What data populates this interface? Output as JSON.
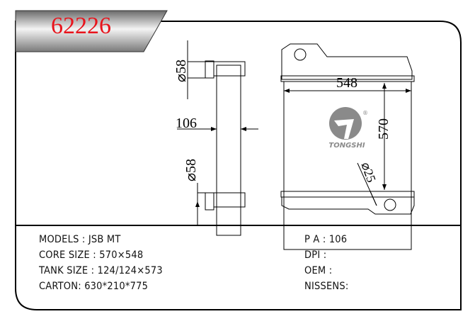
{
  "part_number": "62226",
  "brand": {
    "name": "TONGSHI",
    "registered": "®"
  },
  "dimensions": {
    "inlet_diameter": "⌀58",
    "outlet_diameter": "⌀58",
    "thickness": "106",
    "width": "548",
    "height": "570",
    "drain_diameter": "⌀25"
  },
  "specs_left": [
    {
      "label": "MODELS",
      "sep": " : ",
      "value": "JSB MT"
    },
    {
      "label": "CORE SIZE",
      "sep": " : ",
      "value": "570×548"
    },
    {
      "label": "TANK SIZE",
      "sep": " : ",
      "value": "124/124×573"
    },
    {
      "label": "CARTON",
      "sep": ": ",
      "value": "630*210*775"
    }
  ],
  "specs_right": [
    {
      "label": "P A",
      "sep": " : ",
      "value": "106"
    },
    {
      "label": "DPI",
      "sep": " : ",
      "value": ""
    },
    {
      "label": "OEM",
      "sep": " : ",
      "value": ""
    },
    {
      "label": "NISSENS",
      "sep": ":",
      "value": ""
    }
  ],
  "colors": {
    "title": "#e8141c",
    "logo": "#8a8a8a"
  }
}
